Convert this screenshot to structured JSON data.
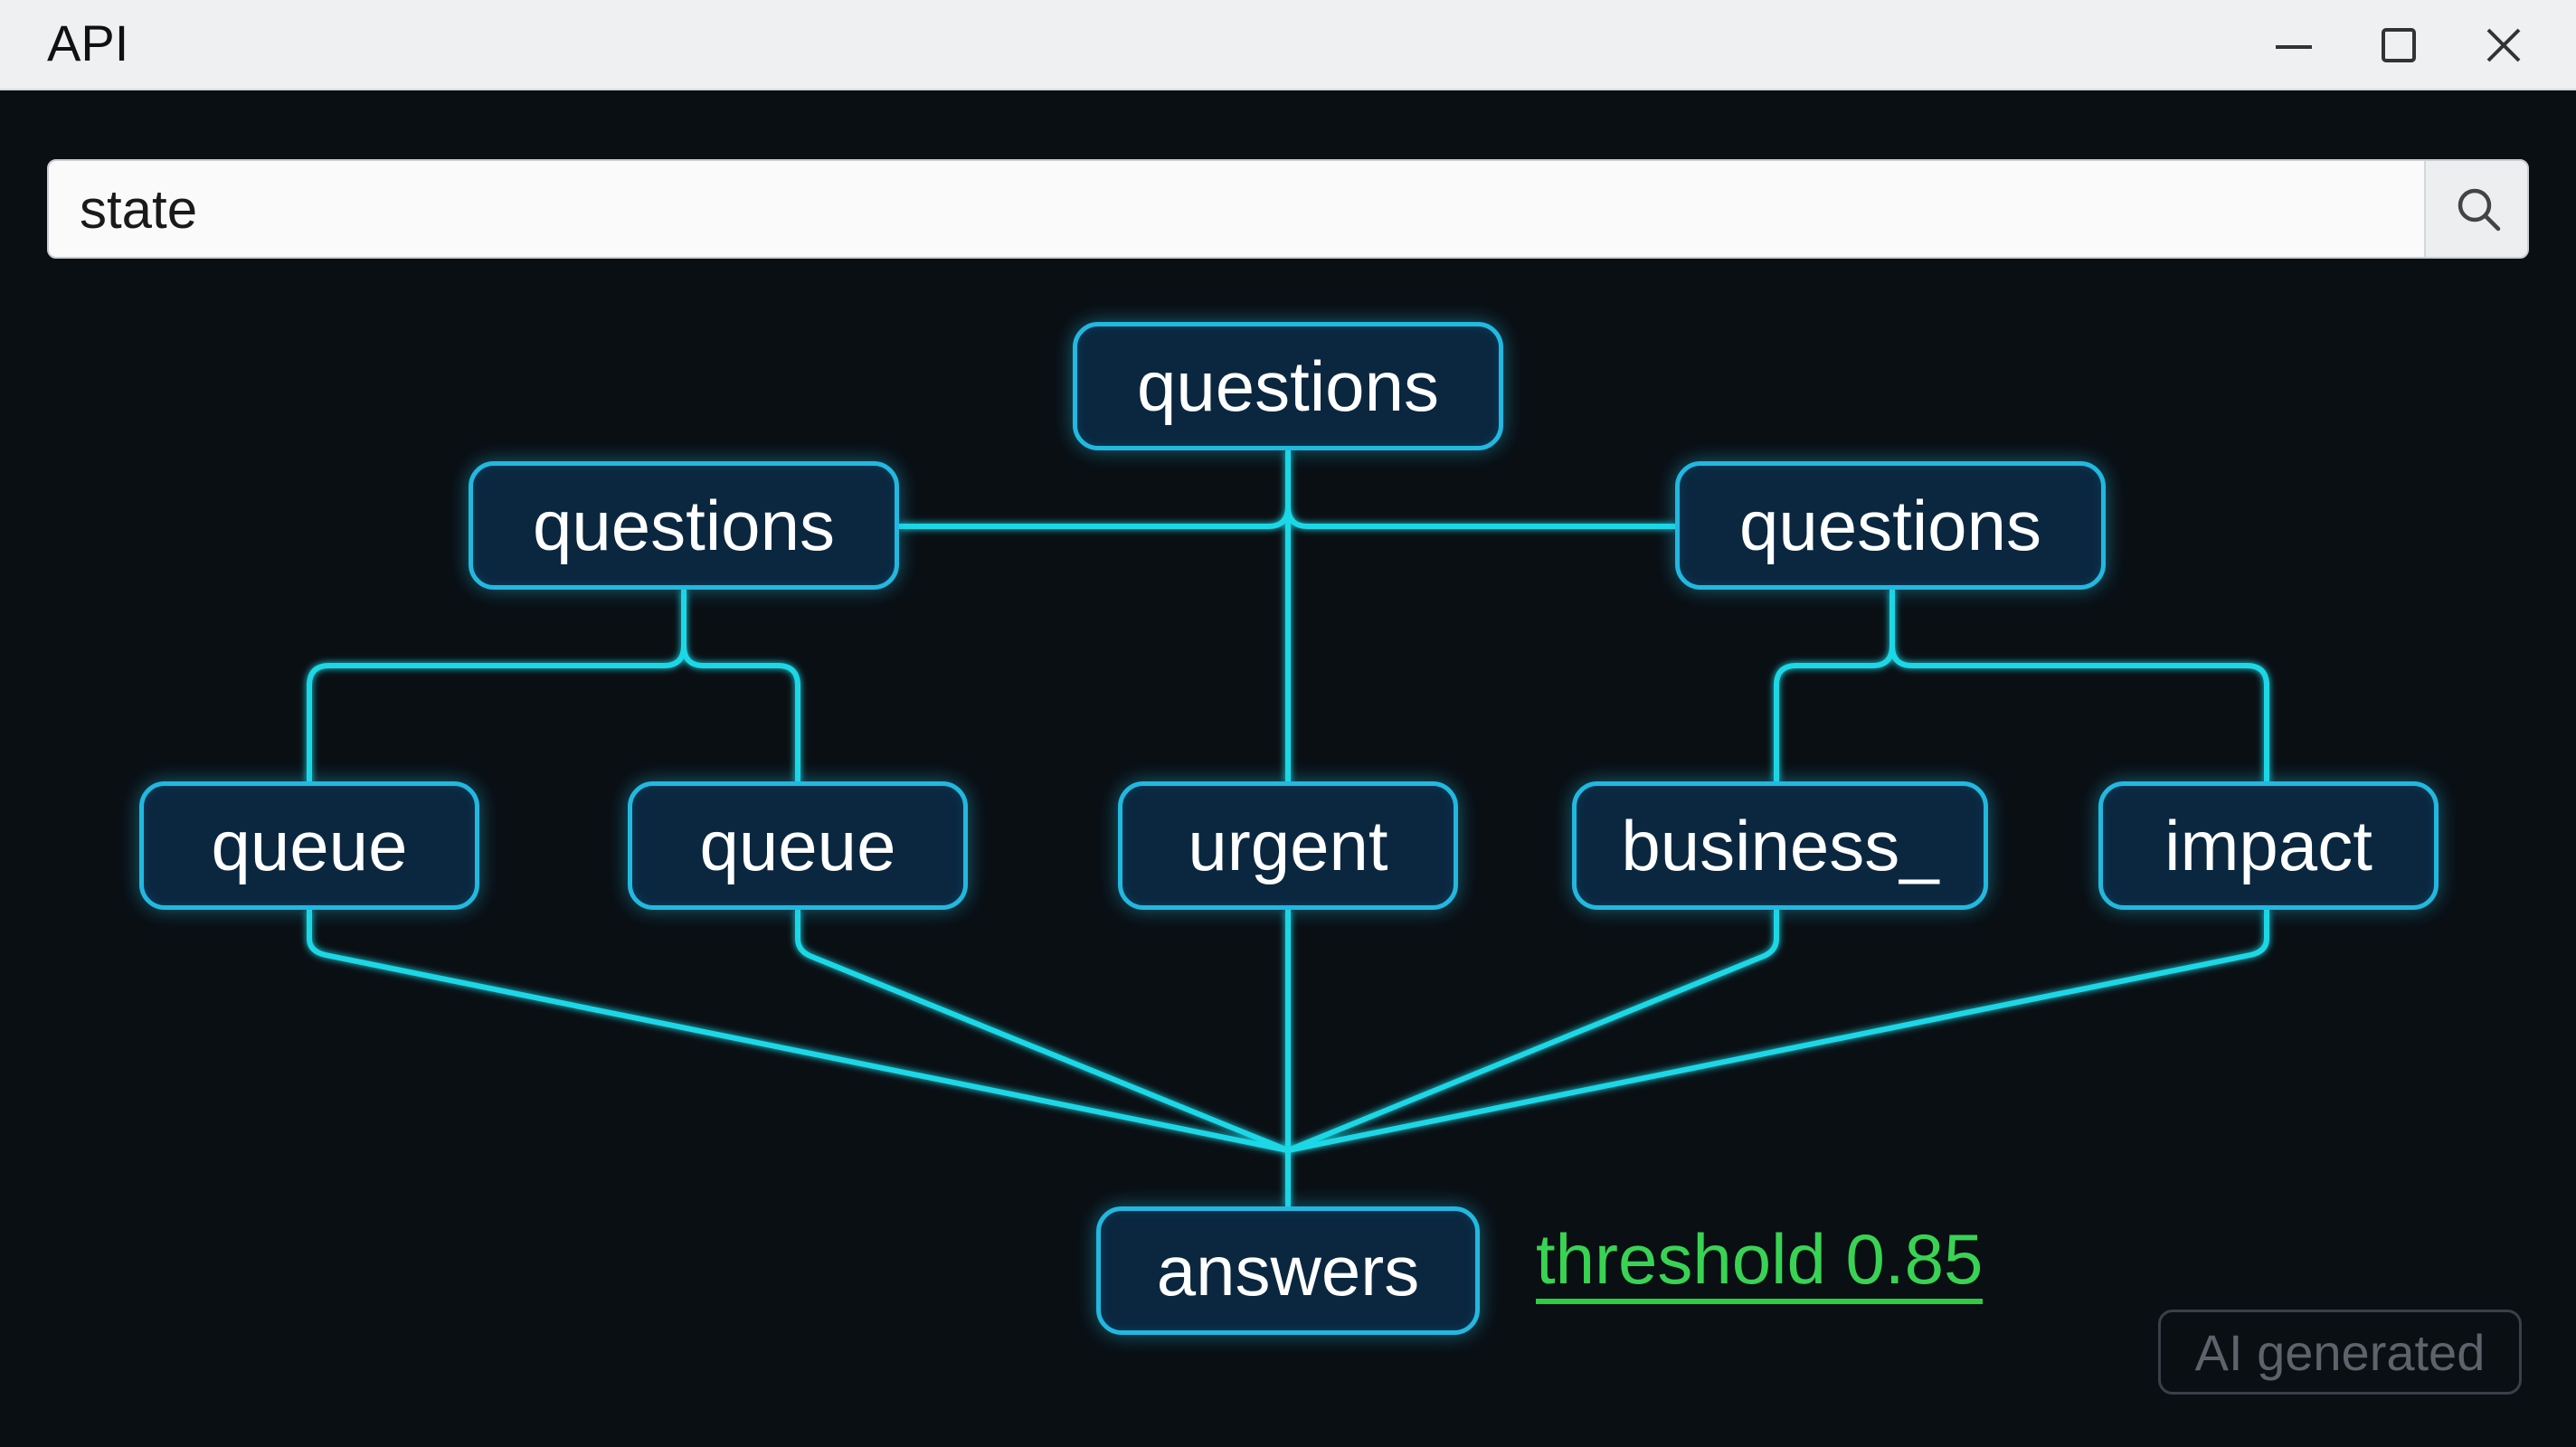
{
  "window": {
    "title": "API"
  },
  "search": {
    "value": "state",
    "button_icon": "search-icon"
  },
  "tree": {
    "root": "questions",
    "branches": [
      "questions",
      "questions"
    ],
    "leaves": [
      "queue",
      "queue",
      "urgent",
      "business_",
      "impact"
    ],
    "sink": "answers"
  },
  "threshold": {
    "label": "threshold 0.85"
  },
  "badge": {
    "label": "AI generated"
  },
  "colors": {
    "edge": "#1ed8e6",
    "node_border": "#22b8e0",
    "node_fill": "#0b2740",
    "threshold": "#39d353",
    "output_edge": "#2ecc40"
  }
}
